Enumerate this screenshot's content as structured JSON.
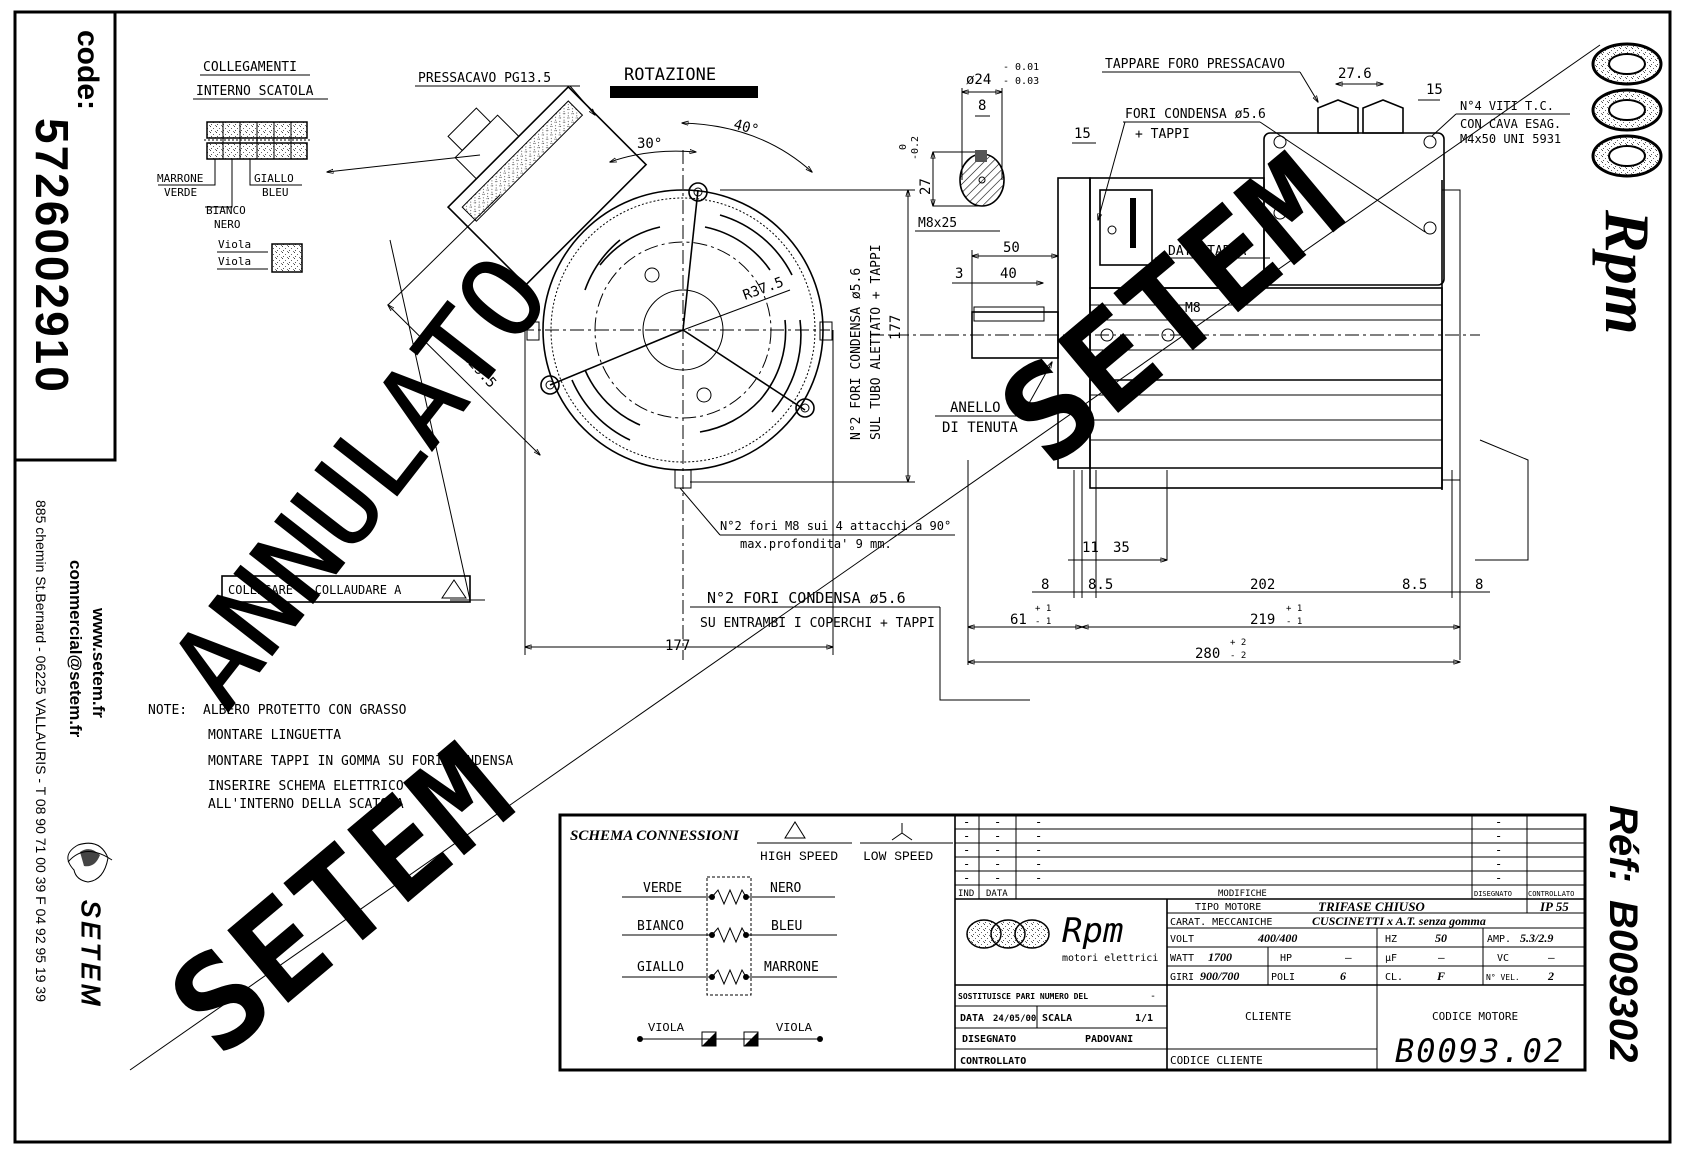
{
  "sidebar": {
    "code_label": "code:",
    "code_value": "5726002910",
    "website": "www.setem.fr",
    "email": "commercial@setem.fr",
    "address": "885 chemin St.Bernard  -  06225 VALLAURIS  -  T 08 90 71 00 39   F 04 92 95 19 39",
    "brand": "SETEM"
  },
  "ref": {
    "label": "Réf:",
    "value": "B009302"
  },
  "logo": {
    "brand": "Rpm",
    "subtitle": "motori elettrici"
  },
  "watermarks": {
    "annulato": "ANNULATO",
    "setem": "SETEM"
  },
  "connections_box": {
    "title_line1": "COLLEGAMENTI",
    "title_line2": "INTERNO SCATOLA",
    "labels": {
      "marrone": "MARRONE",
      "verde": "VERDE",
      "giallo": "GIALLO",
      "bleu": "BLEU",
      "bianco": "BIANCO",
      "nero": "NERO",
      "viola1": "Viola",
      "viola2": "Viola"
    }
  },
  "front_view": {
    "pressacavo": "PRESSACAVO PG13.5",
    "rotazione": "ROTAZIONE",
    "angle_30": "30°",
    "angle_40": "40°",
    "radius": "R37.5",
    "dim_129_5": "129.5",
    "dim_177_h": "177",
    "dim_177_v": "177",
    "fori_condensa_tubo_1": "N°2 FORI CONDENSA ø5.6",
    "fori_condensa_tubo_2": "SUL TUBO ALETTATO + TAPPI",
    "fori_m8_1": "N°2 fori M8 sui 4 attacchi a 90°",
    "fori_m8_2": "max.profondita' 9 mm.",
    "fori_coperchi_1": "N°2 FORI CONDENSA ø5.6",
    "fori_coperchi_2": "SU ENTRAMBI I COPERCHI + TAPPI",
    "collegare": "COLLEGARE E COLLAUDARE A"
  },
  "shaft_detail": {
    "diameter": "ø24",
    "tol_upper": "- 0.01",
    "tol_lower": "- 0.03",
    "key_width": "8",
    "height": "27",
    "height_tol_upper": "0",
    "height_tol_lower": "-0.2",
    "thread": "M8x25"
  },
  "side_view": {
    "tappare": "TAPPARE FORO PRESSACAVO",
    "dim_27_6": "27.6",
    "dim_15_a": "15",
    "dim_15_b": "15",
    "fori_condensa_1": "FORI CONDENSA ø5.6",
    "fori_condensa_2": "+ TAPPI",
    "viti_1": "N°4 VITI T.C.",
    "viti_2": "CON CAVA ESAG.",
    "viti_3": "M4x50 UNI 5931",
    "dati_targa": "DATI TARGA",
    "dim_50": "50",
    "dim_3": "3",
    "dim_40": "40",
    "m8": "M8",
    "anello_1": "ANELLO",
    "anello_2": "DI TENUTA",
    "dim_11": "11",
    "dim_35": "35",
    "dim_8_left": "8",
    "dim_8_5_left": "8.5",
    "dim_202": "202",
    "dim_8_5_right": "8.5",
    "dim_8_right": "8",
    "dim_61": "61",
    "dim_61_tol_up": "+ 1",
    "dim_61_tol_lo": "- 1",
    "dim_219": "219",
    "dim_219_tol_up": "+ 1",
    "dim_219_tol_lo": "- 1",
    "dim_280": "280",
    "dim_280_tol_up": "+ 2",
    "dim_280_tol_lo": "- 2"
  },
  "notes": {
    "prefix": "NOTE:",
    "items": [
      "ALBERO PROTETTO CON GRASSO",
      "MONTARE LINGUETTA",
      "MONTARE TAPPI IN GOMMA SU FORI CONDENSA",
      "INSERIRE SCHEMA ELETTRICO",
      "ALL'INTERNO DELLA SCATOLA"
    ]
  },
  "schema": {
    "title": "SCHEMA CONNESSIONI",
    "high_speed": "HIGH SPEED",
    "low_speed": "LOW SPEED",
    "rows": [
      {
        "left": "VERDE",
        "right": "NERO"
      },
      {
        "left": "BIANCO",
        "right": "BLEU"
      },
      {
        "left": "GIALLO",
        "right": "MARRONE"
      }
    ],
    "viola_left": "VIOLA",
    "viola_right": "VIOLA"
  },
  "revisions": {
    "rows": [
      {
        "ind": "-",
        "data": "-",
        "modifiche": "-",
        "disegnato": "-",
        "controllato": ""
      },
      {
        "ind": "-",
        "data": "-",
        "modifiche": "-",
        "disegnato": "-",
        "controllato": ""
      },
      {
        "ind": "-",
        "data": "-",
        "modifiche": "-",
        "disegnato": "-",
        "controllato": ""
      },
      {
        "ind": "-",
        "data": "-",
        "modifiche": "-",
        "disegnato": "-",
        "controllato": ""
      },
      {
        "ind": "-",
        "data": "-",
        "modifiche": "-",
        "disegnato": "-",
        "controllato": ""
      }
    ],
    "headers": {
      "ind": "IND",
      "data": "DATA",
      "modifiche": "MODIFICHE",
      "disegnato": "DISEGNATO",
      "controllato": "CONTROLLATO"
    }
  },
  "title_block": {
    "tipo_motore_label": "TIPO MOTORE",
    "tipo_motore_value": "TRIFASE CHIUSO",
    "ip": "IP 55",
    "carat_label": "CARAT. MECCANICHE",
    "carat_value": "CUSCINETTI x A.T.  senza gomma",
    "volt_label": "VOLT",
    "volt_value": "400/400",
    "hz_label": "HZ",
    "hz_value": "50",
    "amp_label": "AMP.",
    "amp_value": "5.3/2.9",
    "watt_label": "WATT",
    "watt_value": "1700",
    "hp_label": "HP",
    "hp_value": "—",
    "uf_label": "µF",
    "uf_value": "—",
    "vc_label": "VC",
    "vc_value": "—",
    "giri_label": "GIRI",
    "giri_value": "900/700",
    "poli_label": "POLI",
    "poli_value": "6",
    "cl_label": "CL.",
    "cl_value": "F",
    "nvel_label": "N° VEL.",
    "nvel_value": "2",
    "sostituisce_label": "SOSTITUISCE PARI NUMERO DEL",
    "sostituisce_value": "-",
    "data_label": "DATA",
    "data_value": "24/05/00",
    "scala_label": "SCALA",
    "scala_value": "1/1",
    "disegnato_label": "DISEGNATO",
    "disegnato_value": "PADOVANI",
    "controllato_label": "CONTROLLATO",
    "cliente_label": "CLIENTE",
    "codice_cliente_label": "CODICE CLIENTE",
    "codice_motore_label": "CODICE MOTORE",
    "codice_motore_value": "B0093.02"
  }
}
